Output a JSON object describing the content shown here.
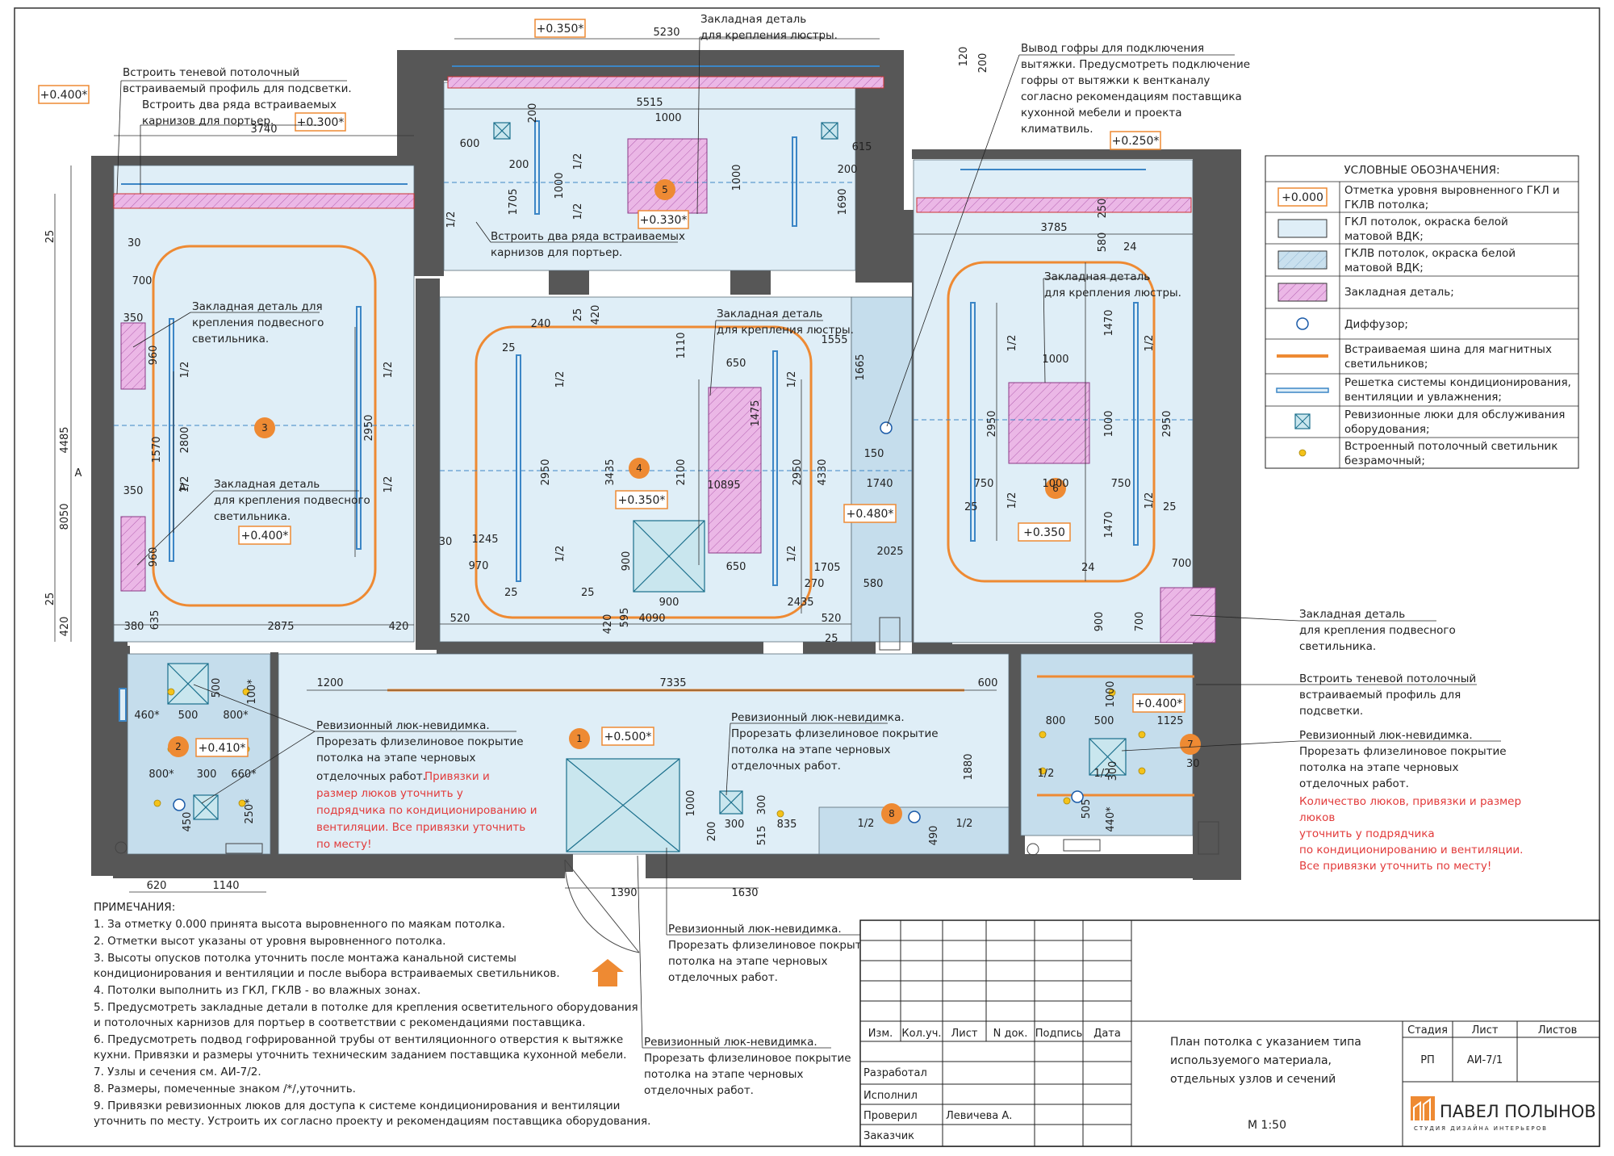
{
  "colors": {
    "wall": "#575757",
    "gkl": "#dfeef7",
    "gklv": "#c5ddec",
    "embed": "#e9aee2",
    "accent": "#ee8a33",
    "grille": "#3c86c6",
    "text": "#222222",
    "red": "#e23a3a"
  },
  "levels": {
    "l0350_top": "+0.350*",
    "l0400_left": "+0.400*",
    "l0300": "+0.300*",
    "l0330": "+0.330*",
    "l0250": "+0.250*",
    "l0400_r3": "+0.400*",
    "l0350_r4": "+0.350*",
    "l0480": "+0.480*",
    "l0350_r6": "+0.350",
    "l0500": "+0.500*",
    "l0410": "+0.410*",
    "l0400_r7": "+0.400*"
  },
  "rooms": [
    "1",
    "2",
    "3",
    "4",
    "5",
    "6",
    "7",
    "8"
  ],
  "callouts": {
    "gofra": [
      "Вывод гофры для подключения",
      "вытяжки. Предусмотреть подключение",
      "гофры от вытяжки к вентканалу",
      "согласно рекомендациям поставщика",
      "кухонной мебели и проекта",
      "климатвиль."
    ],
    "embed_chandelier_top": [
      "Закладная деталь",
      "для крепления люстры."
    ],
    "shadow_profile_top": [
      "Встроить теневой потолочный",
      "встраиваемый профиль для подсветки."
    ],
    "cornice_two_rows": [
      "Встроить два ряда встраиваемых",
      "карнизов для портьер."
    ],
    "cornice_room5": [
      "Встроить два ряда встраиваемых",
      "карнизов для портьер."
    ],
    "embed_lamp_r3a": [
      "Закладная деталь для",
      "крепления подвесного",
      "светильника."
    ],
    "embed_lamp_r3b": [
      "Закладная деталь",
      "для крепления подвесного",
      "светильника."
    ],
    "embed_chandelier_r4": [
      "Закладная деталь",
      "для крепления люстры."
    ],
    "embed_chandelier_r6": [
      "Закладная деталь",
      "для крепления люстры."
    ],
    "embed_lamp_r6": [
      "Закладная деталь",
      "для крепления подвесного",
      "светильника."
    ],
    "shadow_profile_r7": [
      "Встроить теневой потолочный",
      "встраиваемый профиль для",
      "подсветки."
    ],
    "hatch_r7": [
      "Ревизионный люк-невидимка.",
      "Прорезать флизелиновое покрытие",
      "потолка на этапе черновых",
      "отделочных работ."
    ],
    "hatch_r7_red": [
      "Количество люков, привязки и размер",
      "люков",
      "уточнить у подрядчика",
      "по кондиционированию и вентиляции.",
      "Все привязки уточнить по месту!"
    ],
    "hatch_left": [
      "Ревизионный люк-невидимка.",
      "Прорезать флизелиновое покрытие",
      "потолка на этапе черновых",
      "отделочных работ."
    ],
    "hatch_left_red": [
      "Привязки и",
      "размер люков уточнить у",
      "подрядчика по кондиционированию и",
      "вентиляции. Все привязки уточнить",
      "по месту!"
    ],
    "hatch_mid": [
      "Ревизионный люк-невидимка.",
      "Прорезать флизелиновое покрытие",
      "потолка на этапе черновых",
      "отделочных работ."
    ],
    "hatch_b1": [
      "Ревизионный люк-невидимка.",
      "Прорезать флизелиновое покрытие",
      "потолка на этапе черновых",
      "отделочных работ."
    ],
    "hatch_b2": [
      "Ревизионный люк-невидимка.",
      "Прорезать флизелиновое покрытие",
      "потолка на этапе черновых",
      "отделочных работ."
    ]
  },
  "legend": {
    "title": "УСЛОВНЫЕ ОБОЗНАЧЕНИЯ:",
    "sample_level": "+0.000",
    "items": [
      [
        "Отметка уровня выровненного ГКЛ и",
        "ГКЛВ потолка;"
      ],
      [
        "ГКЛ потолок, окраска белой",
        "матовой  ВДК;"
      ],
      [
        "ГКЛВ потолок, окраска белой",
        "матовой  ВДК;"
      ],
      [
        "Закладная деталь;"
      ],
      [
        "Диффузор;"
      ],
      [
        "Встраиваемая шина для магнитных",
        "светильников;"
      ],
      [
        "Решетка системы кондиционирования,",
        "вентиляции и увлажнения;"
      ],
      [
        "Ревизионные люки для обслуживания",
        "оборудования;"
      ],
      [
        "Встроенный потолочный светильник",
        "безрамочный;"
      ]
    ]
  },
  "notes": {
    "title": "ПРИМЕЧАНИЯ:",
    "lines": [
      "1.        За отметку 0.000 принята высота выровненного по маякам потолка.",
      "2.        Отметки высот указаны от уровня выровненного потолка.",
      "3.        Высоты опусков потолка уточнить после монтажа канальной системы",
      "кондиционирования и вентиляции и после выбора встраиваемых светильников.",
      "4.        Потолки выполнить из ГКЛ, ГКЛВ - во влажных зонах.",
      "5.        Предусмотреть закладные детали в потолке для крепления осветительного оборудования",
      "и потолочных карнизов для портьер в соответствии с рекомендациями поставщика.",
      "6.        Предусмотреть подвод гофрированной трубы от вентиляционного отверстия к вытяжке",
      "кухни. Привязки и размеры уточнить техническим заданием поставщика кухонной мебели.",
      "7.        Узлы и сечения см. АИ-7/2.",
      "8.        Размеры, помеченные знаком /*/,уточнить.",
      "9.        Привязки ревизионных люков для доступа к системе кондиционирования и вентиляции",
      "уточнить по месту. Устроить их согласно проекту и рекомендациям поставщика оборудования."
    ]
  },
  "titleblock": {
    "headers": [
      "Изм.",
      "Кол.уч.",
      "Лист",
      "N док.",
      "Подпись",
      "Дата"
    ],
    "roles": [
      "Разработал",
      "Исполнил",
      "Проверил",
      "Заказчик"
    ],
    "checker": "Левичева А.",
    "title_lines": [
      "План потолка с указанием типа",
      "используемого материала,",
      "отдельных узлов и сечений"
    ],
    "scale": "М 1:50",
    "stage_label": "Стадия",
    "stage": "РП",
    "sheet_label": "Лист",
    "sheet": "АИ-7/1",
    "sheets_label": "Листов",
    "company": "ПАВЕЛ ПОЛЫНОВ",
    "company_sub": "СТУДИЯ ДИЗАЙНА ИНТЕРЬЕРОВ"
  },
  "dims": {
    "d5230": "5230",
    "d120": "120",
    "d200": "200",
    "d3740": "3740",
    "d5515": "5515",
    "d1000": "1000",
    "d600": "600",
    "d615": "615",
    "d1705": "1705",
    "d1690": "1690",
    "d3785": "3785",
    "d250": "250",
    "d580": "580",
    "d24": "24",
    "d25": "25",
    "d30": "30",
    "d700": "700",
    "d350": "350",
    "d960": "960",
    "d1570": "1570",
    "d2800": "2800",
    "d2950": "2950",
    "d4485": "4485",
    "d8050": "8050",
    "d420": "420",
    "d380": "380",
    "d635": "635",
    "d2875": "2875",
    "d240": "240",
    "d1110": "1110",
    "d1555": "1555",
    "d1665": "1665",
    "d650": "650",
    "d1475": "1475",
    "d3435": "3435",
    "d2100": "2100",
    "d10895": "10895",
    "d4330": "4330",
    "d1740": "1740",
    "d150": "150",
    "d1245": "1245",
    "d970": "970",
    "d520": "520",
    "d900": "900",
    "d4090": "4090",
    "d595": "595",
    "d2435": "2435",
    "d270": "270",
    "d2025": "2025",
    "d1470": "1470",
    "d750": "750",
    "d1200": "1200",
    "d7335": "7335",
    "d1880": "1880",
    "d800": "800",
    "d500": "500",
    "d1125": "1125",
    "d460": "460*",
    "d500b": "500",
    "d800s": "800*",
    "d100s": "100*",
    "d300": "300",
    "d660s": "660*",
    "d450": "450",
    "d250s": "250*",
    "d620": "620",
    "d1140": "1140",
    "d1390": "1390",
    "d1630": "1630",
    "d515": "515",
    "d835": "835",
    "d490": "490",
    "d440": "440*",
    "d505": "505",
    "half": "1/2",
    "A": "A"
  }
}
